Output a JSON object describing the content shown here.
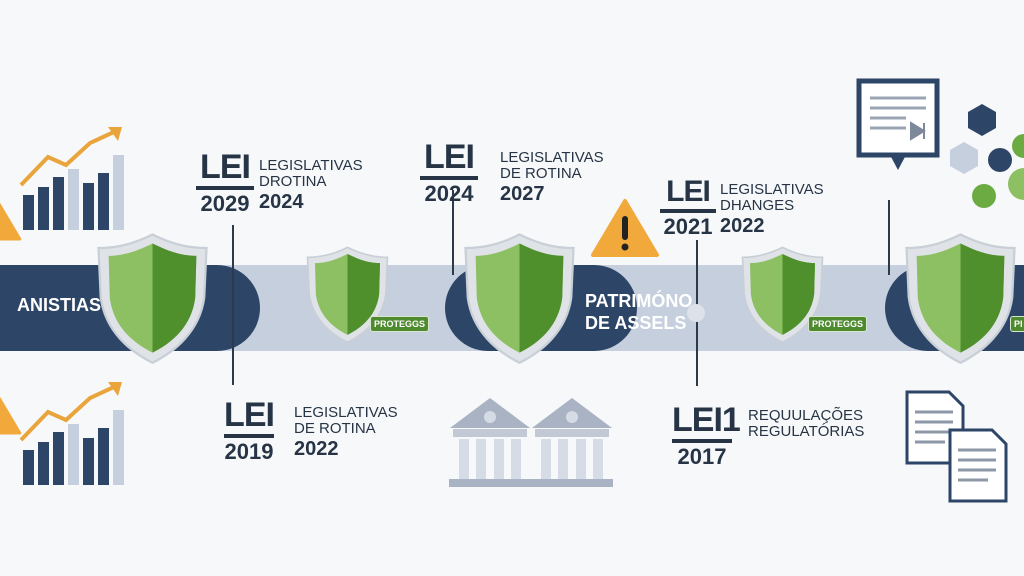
{
  "timeline": {
    "pills": [
      {
        "label": "ANISTIAS"
      },
      {
        "label_line1": "PATRIMÓNO",
        "label_line2": "DE ASSELS"
      }
    ],
    "badges": [
      "PROTEGGS",
      "PROTEGGS",
      "PI"
    ],
    "top_labels": [
      {
        "lei": "LEI",
        "lei_year": "2029",
        "desc_line1": "LEGISLATIVAS",
        "desc_line2": "DROTINA",
        "desc_year": "2024"
      },
      {
        "lei": "LEI",
        "lei_year": "2024",
        "desc_line1": "LEGISLATIVAS",
        "desc_line2": "DE ROTINA",
        "desc_year": "2027"
      },
      {
        "lei": "LEI",
        "lei_year": "2021",
        "desc_line1": "LEGISLATIVAS",
        "desc_line2": "DHANGES",
        "desc_year": "2022"
      }
    ],
    "bottom_labels": [
      {
        "lei": "LEI",
        "lei_year": "2019",
        "desc_line1": "LEGISLATIVAS",
        "desc_line2": "DE ROTINA",
        "desc_year": "2022"
      },
      {
        "lei": "LEI1",
        "lei_year": "2017",
        "desc_line1": "REQUULAÇÕES",
        "desc_line2": "REGULATÓRIAS"
      }
    ]
  },
  "colors": {
    "navy": "#2d4567",
    "band": "#c5cfdd",
    "shield_green": "#5a9a35",
    "shield_light": "#8cc063",
    "warning": "#f2a93b",
    "text": "#263445"
  },
  "icons": [
    "bar-chart-icon",
    "warning-icon",
    "shield-icon",
    "bank-icon",
    "document-icon",
    "hexagon-icon"
  ]
}
